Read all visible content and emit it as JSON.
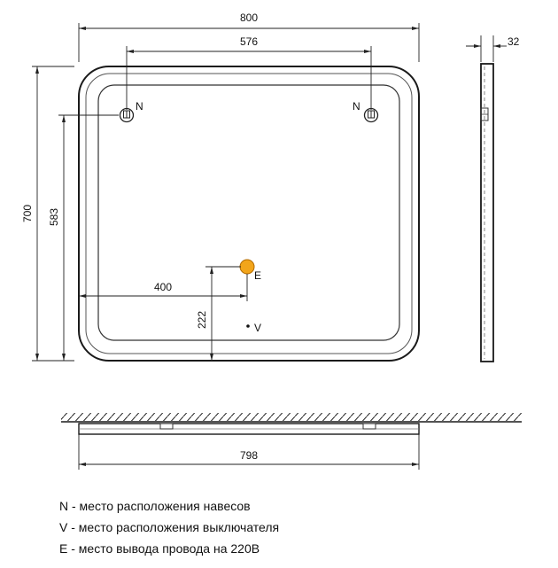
{
  "dimensions": {
    "width": "800",
    "inner_width": "576",
    "depth": "32",
    "height": "700",
    "inner_height": "583",
    "e_offset_x": "400",
    "e_offset_y": "222",
    "bottom_width": "798"
  },
  "markers": {
    "hanger_left": "N",
    "hanger_right": "N",
    "wire_outlet": "E",
    "switch": "V"
  },
  "legend": {
    "n_text": "N - место расположения навесов",
    "v_text": "V - место расположения выключателя",
    "e_text": "E - место вывода провода на 220В"
  },
  "colors": {
    "outline": "#1a1a1a",
    "wire_outlet_fill": "#f2a51a",
    "wire_outlet_stroke": "#b36b00"
  },
  "icons": {
    "hanger": "hanger-icon",
    "wire_outlet": "wire-outlet-icon",
    "switch": "switch-dot-icon"
  }
}
